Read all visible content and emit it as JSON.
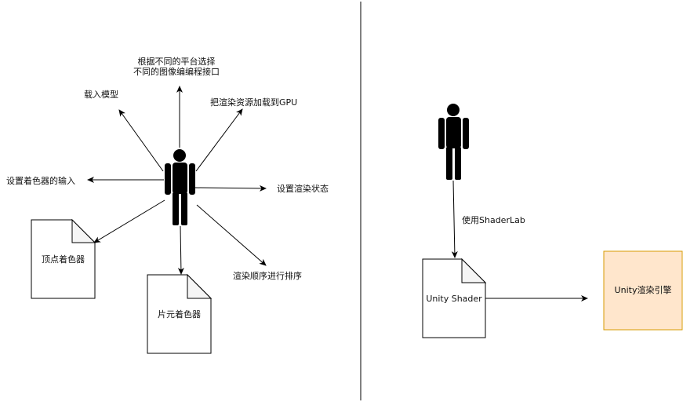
{
  "left": {
    "labels": {
      "platform_line1": "根据不同的平台选择",
      "platform_line2": "不同的图像编编程接口",
      "load_model": "载入模型",
      "load_gpu": "把渲染资源加载到GPU",
      "set_shader_input": "设置着色器的输入",
      "set_render_state": "设置渲染状态",
      "render_order": "渲染顺序进行排序"
    },
    "docs": {
      "vertex_shader": "顶点着色器",
      "fragment_shader": "片元着色器"
    }
  },
  "right": {
    "edge_label": "使用ShaderLab",
    "unity_shader": "Unity Shader",
    "engine": "Unity渲染引擎",
    "engine_fill": "#ffe6cc",
    "engine_stroke": "#d79b00"
  }
}
